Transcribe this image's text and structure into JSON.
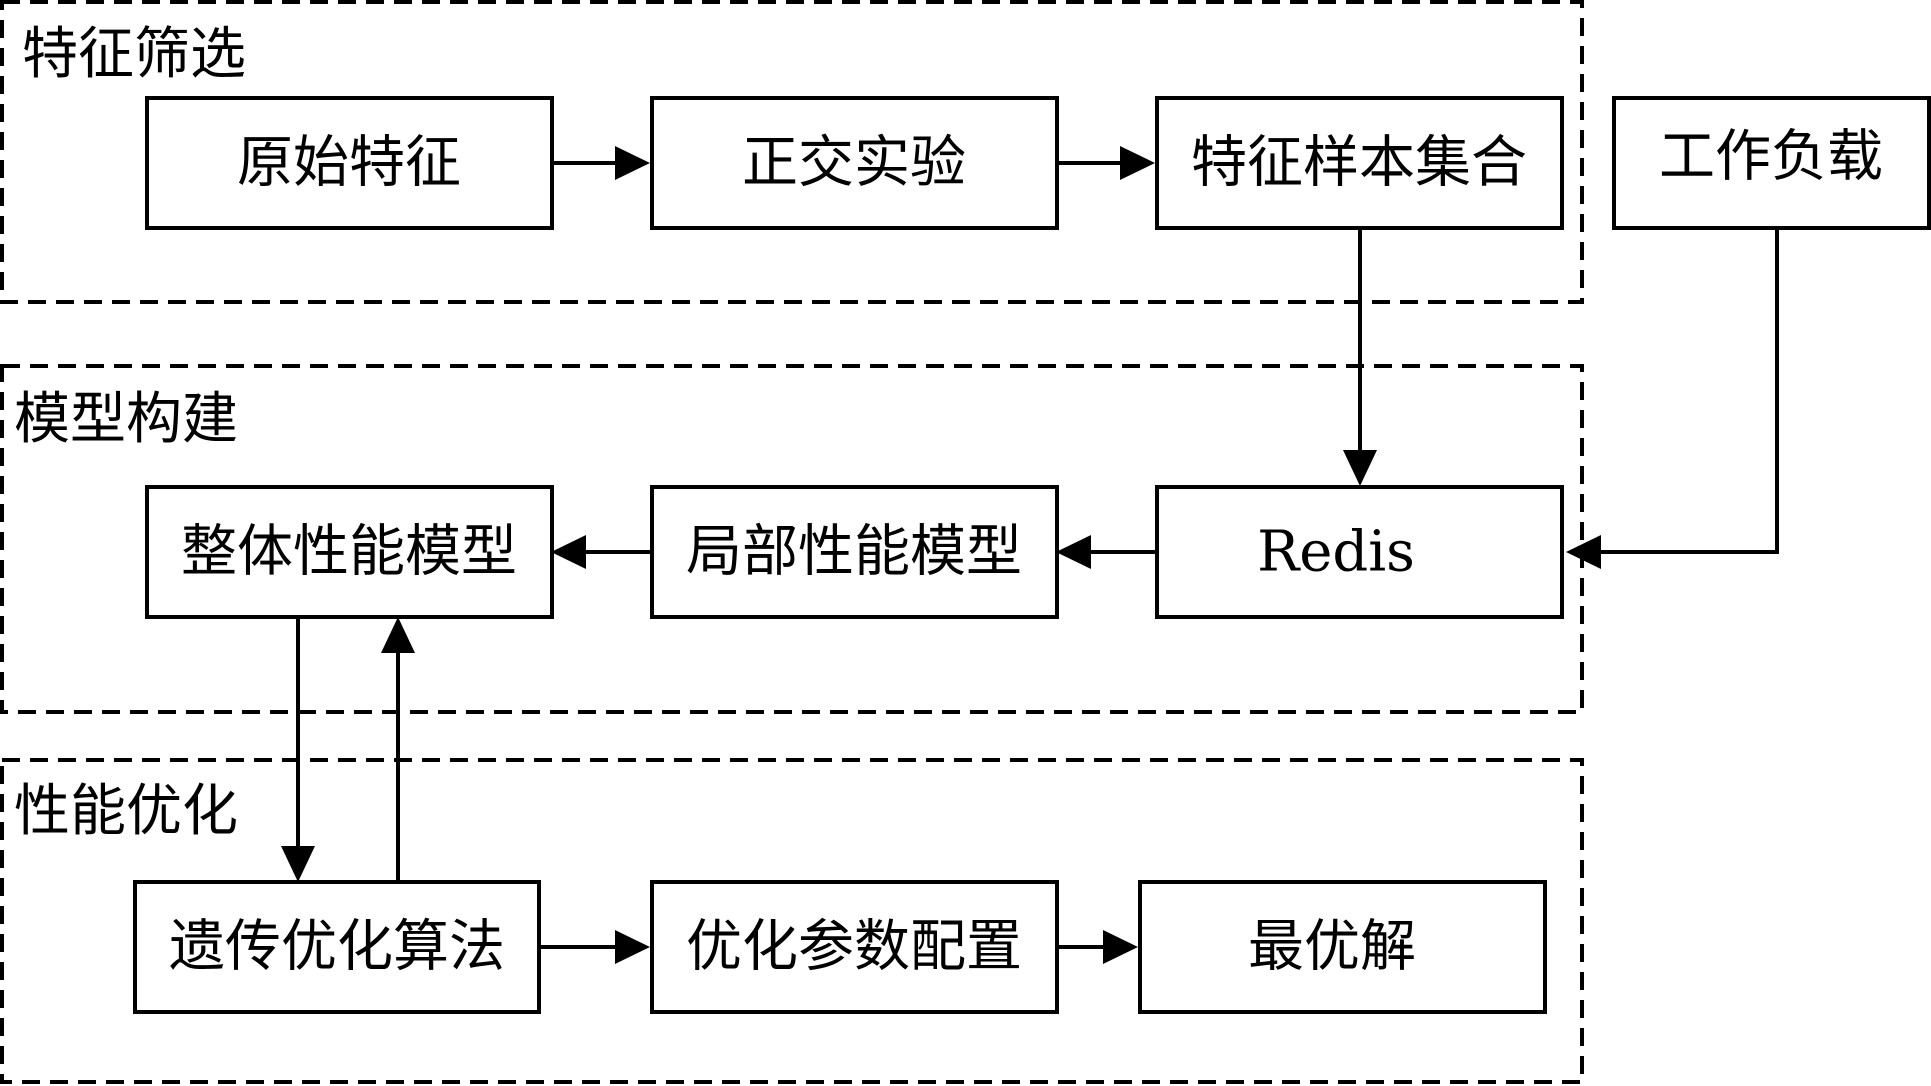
{
  "groups": [
    {
      "id": "feature",
      "label": "特征筛选"
    },
    {
      "id": "model",
      "label": "模型构建"
    },
    {
      "id": "optimize",
      "label": "性能优化"
    }
  ],
  "nodes": [
    {
      "id": "raw",
      "label": "原始特征"
    },
    {
      "id": "orth",
      "label": "正交实验"
    },
    {
      "id": "sample",
      "label": "特征样本集合"
    },
    {
      "id": "workload",
      "label": "工作负载"
    },
    {
      "id": "whole",
      "label": "整体性能模型"
    },
    {
      "id": "local",
      "label": "局部性能模型"
    },
    {
      "id": "redis",
      "label": "Redis"
    },
    {
      "id": "ga",
      "label": "遗传优化算法"
    },
    {
      "id": "config",
      "label": "优化参数配置"
    },
    {
      "id": "best",
      "label": "最优解"
    }
  ],
  "edges": [
    {
      "from": "raw",
      "to": "orth"
    },
    {
      "from": "orth",
      "to": "sample"
    },
    {
      "from": "sample",
      "to": "redis"
    },
    {
      "from": "workload",
      "to": "redis"
    },
    {
      "from": "redis",
      "to": "local"
    },
    {
      "from": "local",
      "to": "whole"
    },
    {
      "from": "whole",
      "to": "ga"
    },
    {
      "from": "ga",
      "to": "whole"
    },
    {
      "from": "ga",
      "to": "config"
    },
    {
      "from": "config",
      "to": "best"
    }
  ]
}
